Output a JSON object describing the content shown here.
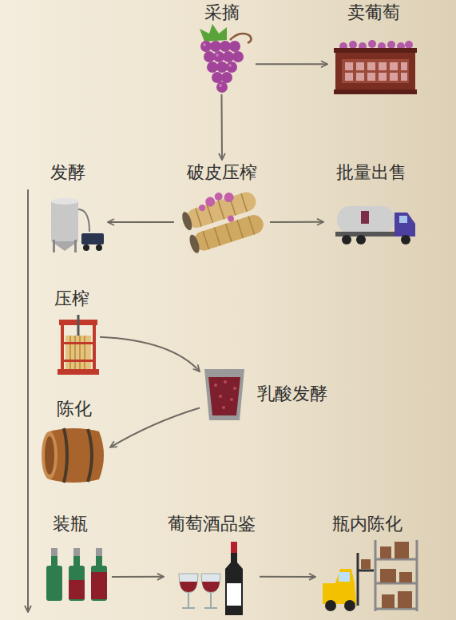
{
  "diagram": {
    "nodes": [
      {
        "text": [
          "采摘"
        ]
      },
      {
        "text": [
          "卖葡萄"
        ]
      },
      {
        "text": [
          "发酵"
        ]
      },
      {
        "text": [
          "破皮压榨"
        ]
      },
      {
        "text": [
          "批量出售"
        ]
      },
      {
        "text": [
          "压榨"
        ]
      },
      {
        "text": [
          "乳酸发酵"
        ]
      },
      {
        "text": [
          "陈化"
        ]
      },
      {
        "text": [
          "装瓶"
        ]
      },
      {
        "text": [
          "葡萄酒品鉴"
        ]
      },
      {
        "text": [
          "瓶内陈化"
        ]
      }
    ],
    "edges": [
      {
        "from": 0,
        "to": 1,
        "arrow": "to"
      },
      {
        "from": 0,
        "to": 3,
        "arrow": "to"
      },
      {
        "from": 3,
        "to": 2,
        "arrow": "to"
      },
      {
        "from": 3,
        "to": 4,
        "arrow": "to"
      },
      {
        "from": 2,
        "to": 8,
        "arrow": "to"
      },
      {
        "from": 5,
        "to": 6,
        "arrow": "to"
      },
      {
        "from": 6,
        "to": 7,
        "arrow": "to"
      },
      {
        "from": 8,
        "to": 9,
        "arrow": "to"
      },
      {
        "from": 9,
        "to": 10,
        "arrow": "to"
      }
    ]
  }
}
